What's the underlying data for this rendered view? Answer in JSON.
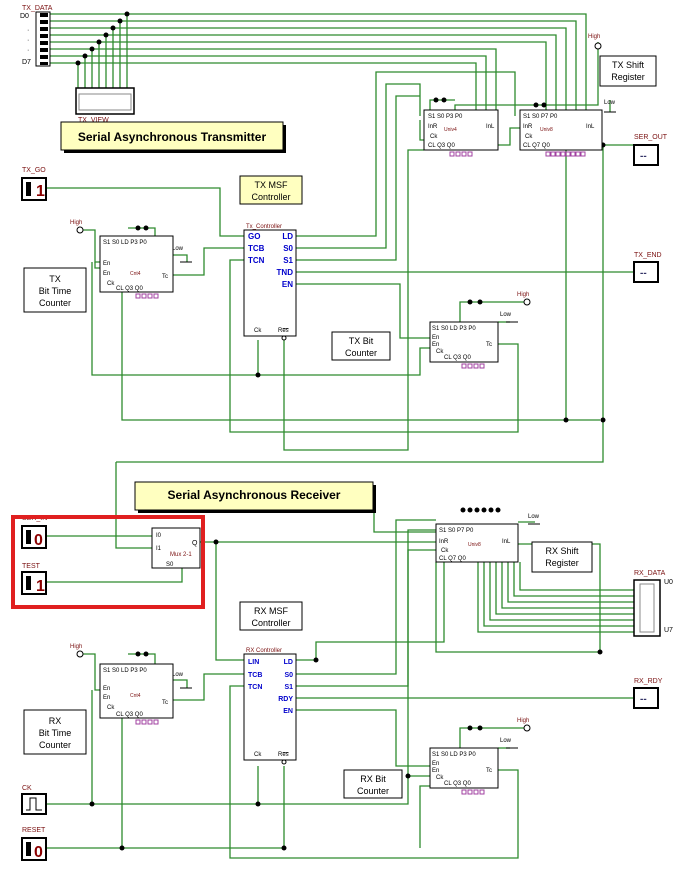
{
  "titles": {
    "transmitter": "Serial Asynchronous Transmitter",
    "receiver": "Serial Asynchronous Receiver"
  },
  "captions": {
    "tx_msf": [
      "TX MSF",
      "Controller"
    ],
    "tx_shift": [
      "TX Shift",
      "Register"
    ],
    "tx_bit_time": [
      "TX",
      "Bit Time",
      "Counter"
    ],
    "tx_bit": [
      "TX Bit",
      "Counter"
    ],
    "rx_msf": [
      "RX MSF",
      "Controller"
    ],
    "rx_shift": [
      "RX Shift",
      "Register"
    ],
    "rx_bit_time": [
      "RX",
      "Bit Time",
      "Counter"
    ],
    "rx_bit": [
      "RX Bit",
      "Counter"
    ]
  },
  "io": {
    "tx_data": "TX_DATA",
    "tx_view": "TX_VIEW",
    "d0": "D0",
    "d7": "D7",
    "tx_go": "TX_GO",
    "ser_out": "SER_OUT",
    "tx_end": "TX_END",
    "ser_in": "SER_IN",
    "test": "TEST",
    "rx_data": "RX_DATA",
    "u0": "U0",
    "u7": "U7",
    "rx_rdy": "RX_RDY",
    "ck": "CK",
    "reset": "RESET",
    "high": "High",
    "low": "Low",
    "val0": "0",
    "val1": "1"
  },
  "tx_controller": {
    "name": "Tx_Controller",
    "left_pins": [
      "GO",
      "TCB",
      "TCN"
    ],
    "right_pins": [
      "LD",
      "S0",
      "S1",
      "TND",
      "EN"
    ],
    "ck": "Ck",
    "res": "Res"
  },
  "rx_controller": {
    "name": "RX Controller",
    "left_pins": [
      "LIN",
      "TCB",
      "TCN"
    ],
    "right_pins": [
      "LD",
      "S0",
      "S1",
      "RDY",
      "EN"
    ],
    "ck": "Ck",
    "res": "Res"
  },
  "cnt4": {
    "top": "S1 S0 LD  P3   P0",
    "en1": "En",
    "en2": "En",
    "name": "Cnt4",
    "tc": "Tc",
    "ck": "Ck",
    "bottom": "CL  Q3   Q0"
  },
  "univ4": {
    "top": "S1 S0  P3    P0",
    "inr": "InR",
    "name": "Univ4",
    "inl": "InL",
    "ck": "Ck",
    "bottom": "CL  Q3    Q0"
  },
  "univ8": {
    "top": "S1 S0  P7          P0",
    "inr": "InR",
    "name": "Univ8",
    "inl": "InL",
    "ck": "Ck",
    "bottom": "CL  Q7          Q0"
  },
  "mux": {
    "i0": "I0",
    "i1": "I1",
    "q": "Q",
    "name": "Mux 2-1",
    "s0": "S0"
  },
  "colors": {
    "wire": "#2e8b2e",
    "highlight": "#e02020",
    "caption_fill": "#ffffc0",
    "pin_blue": "#0000cc",
    "io_label": "#7a1010"
  }
}
